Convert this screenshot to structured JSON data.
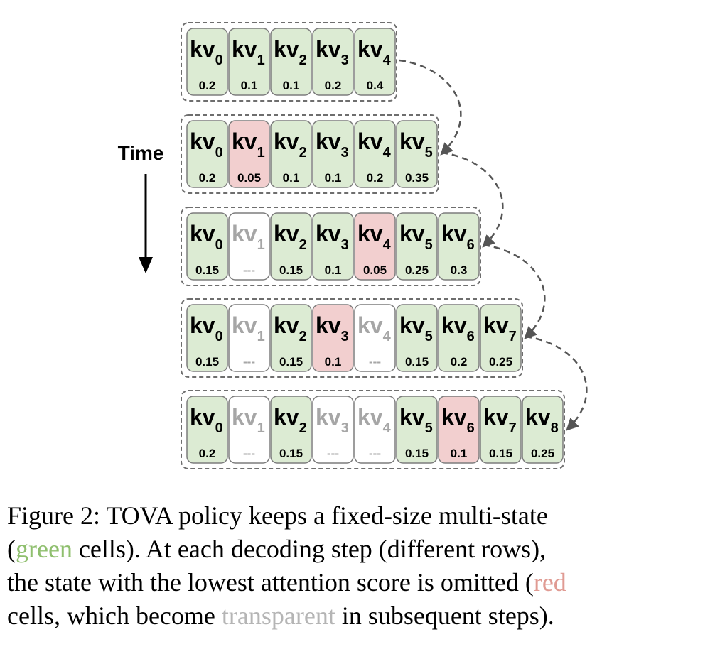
{
  "colors": {
    "kept_fill": "#dcebd3",
    "omitted_fill": "#f2cfcf",
    "removed_fill": "#ffffff",
    "cell_border": "#7d7d7d",
    "removed_text": "#a6a6a6",
    "caption_green": "#8fbf6e",
    "caption_red": "#e09b93",
    "caption_gray": "#b5b5b5"
  },
  "diagram": {
    "time_label": "Time",
    "cell_prefix": "kv",
    "rows": [
      {
        "cells": [
          {
            "sub": "0",
            "score": "0.2",
            "state": "kept"
          },
          {
            "sub": "1",
            "score": "0.1",
            "state": "kept"
          },
          {
            "sub": "2",
            "score": "0.1",
            "state": "kept"
          },
          {
            "sub": "3",
            "score": "0.2",
            "state": "kept"
          },
          {
            "sub": "4",
            "score": "0.4",
            "state": "kept"
          }
        ]
      },
      {
        "cells": [
          {
            "sub": "0",
            "score": "0.2",
            "state": "kept"
          },
          {
            "sub": "1",
            "score": "0.05",
            "state": "omitted"
          },
          {
            "sub": "2",
            "score": "0.1",
            "state": "kept"
          },
          {
            "sub": "3",
            "score": "0.1",
            "state": "kept"
          },
          {
            "sub": "4",
            "score": "0.2",
            "state": "kept"
          },
          {
            "sub": "5",
            "score": "0.35",
            "state": "kept"
          }
        ]
      },
      {
        "cells": [
          {
            "sub": "0",
            "score": "0.15",
            "state": "kept"
          },
          {
            "sub": "1",
            "score": "---",
            "state": "removed"
          },
          {
            "sub": "2",
            "score": "0.15",
            "state": "kept"
          },
          {
            "sub": "3",
            "score": "0.1",
            "state": "kept"
          },
          {
            "sub": "4",
            "score": "0.05",
            "state": "omitted"
          },
          {
            "sub": "5",
            "score": "0.25",
            "state": "kept"
          },
          {
            "sub": "6",
            "score": "0.3",
            "state": "kept"
          }
        ]
      },
      {
        "cells": [
          {
            "sub": "0",
            "score": "0.15",
            "state": "kept"
          },
          {
            "sub": "1",
            "score": "---",
            "state": "removed"
          },
          {
            "sub": "2",
            "score": "0.15",
            "state": "kept"
          },
          {
            "sub": "3",
            "score": "0.1",
            "state": "omitted"
          },
          {
            "sub": "4",
            "score": "---",
            "state": "removed"
          },
          {
            "sub": "5",
            "score": "0.15",
            "state": "kept"
          },
          {
            "sub": "6",
            "score": "0.2",
            "state": "kept"
          },
          {
            "sub": "7",
            "score": "0.25",
            "state": "kept"
          }
        ]
      },
      {
        "cells": [
          {
            "sub": "0",
            "score": "0.2",
            "state": "kept"
          },
          {
            "sub": "1",
            "score": "---",
            "state": "removed"
          },
          {
            "sub": "2",
            "score": "0.15",
            "state": "kept"
          },
          {
            "sub": "3",
            "score": "---",
            "state": "removed"
          },
          {
            "sub": "4",
            "score": "---",
            "state": "removed"
          },
          {
            "sub": "5",
            "score": "0.15",
            "state": "kept"
          },
          {
            "sub": "6",
            "score": "0.1",
            "state": "omitted"
          },
          {
            "sub": "7",
            "score": "0.15",
            "state": "kept"
          },
          {
            "sub": "8",
            "score": "0.25",
            "state": "kept"
          }
        ]
      }
    ]
  },
  "caption": {
    "l1": "Figure 2: TOVA policy keeps a fixed-size multi-state",
    "l2_open": "(",
    "l2_green": "green",
    "l2_rest": " cells).  At each decoding step (different rows),",
    "l3_main": "the state with the lowest attention score is omitted (",
    "l3_red": "red",
    "l4_a": "cells, which become ",
    "l4_gray": "transparent",
    "l4_b": " in subsequent steps)."
  }
}
